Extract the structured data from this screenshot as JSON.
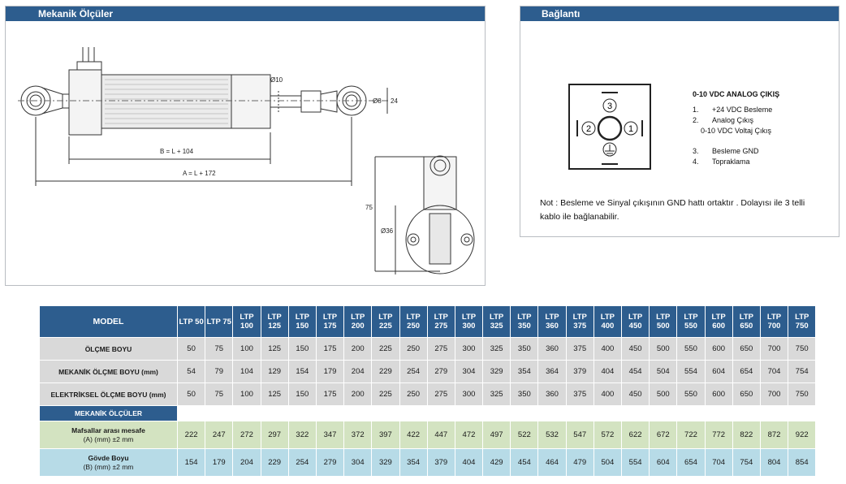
{
  "mechanical": {
    "title": "Mekanik Ölçüler",
    "dims": {
      "rod_dia": "Ø10",
      "body_b": "B = L + 104",
      "total_a": "A = L + 172",
      "eye_dia": "Ø8",
      "eye_width": "24",
      "height": "75",
      "body_dia": "Ø36"
    }
  },
  "connection": {
    "title": "Bağlantı",
    "connector_pins": [
      "3",
      "2",
      "1"
    ],
    "heading": "0-10 VDC ANALOG ÇIKIŞ",
    "pins": [
      {
        "num": "1.",
        "label": "+24 VDC Besleme"
      },
      {
        "num": "2.",
        "label": "Analog Çıkış"
      },
      {
        "num": "",
        "label": "0-10 VDC Voltaj Çıkış"
      },
      {
        "num": "3.",
        "label": "Besleme GND"
      },
      {
        "num": "4.",
        "label": "Topraklama"
      }
    ],
    "note": "Not : Besleme ve Sinyal çıkışının GND hattı ortaktır . Dolayısı ile 3 telli kablo ile bağlanabilir."
  },
  "table": {
    "model_label": "MODEL",
    "models": [
      "LTP 50",
      "LTP 75",
      "LTP 100",
      "LTP 125",
      "LTP 150",
      "LTP 175",
      "LTP 200",
      "LTP 225",
      "LTP 250",
      "LTP 275",
      "LTP 300",
      "LTP 325",
      "LTP 350",
      "LTP 360",
      "LTP 375",
      "LTP 400",
      "LTP 450",
      "LTP 500",
      "LTP 550",
      "LTP 600",
      "LTP 650",
      "LTP 700",
      "LTP 750"
    ],
    "rows": [
      {
        "label": "ÖLÇME BOYU",
        "values": [
          "50",
          "75",
          "100",
          "125",
          "150",
          "175",
          "200",
          "225",
          "250",
          "275",
          "300",
          "325",
          "350",
          "360",
          "375",
          "400",
          "450",
          "500",
          "550",
          "600",
          "650",
          "700",
          "750"
        ]
      },
      {
        "label": "MEKANİK ÖLÇME BOYU  (mm)",
        "values": [
          "54",
          "79",
          "104",
          "129",
          "154",
          "179",
          "204",
          "229",
          "254",
          "279",
          "304",
          "329",
          "354",
          "364",
          "379",
          "404",
          "454",
          "504",
          "554",
          "604",
          "654",
          "704",
          "754"
        ]
      },
      {
        "label": "ELEKTRİKSEL ÖLÇME BOYU  (mm)",
        "values": [
          "50",
          "75",
          "100",
          "125",
          "150",
          "175",
          "200",
          "225",
          "250",
          "275",
          "300",
          "325",
          "350",
          "360",
          "375",
          "400",
          "450",
          "500",
          "550",
          "600",
          "650",
          "700",
          "750"
        ]
      }
    ],
    "section_label": "MEKANİK ÖLÇÜLER",
    "mech_rows": [
      {
        "label1": "Mafsallar arası mesafe",
        "label2": "(A) (mm) ±2 mm",
        "values": [
          "222",
          "247",
          "272",
          "297",
          "322",
          "347",
          "372",
          "397",
          "422",
          "447",
          "472",
          "497",
          "522",
          "532",
          "547",
          "572",
          "622",
          "672",
          "722",
          "772",
          "822",
          "872",
          "922"
        ]
      },
      {
        "label1": "Gövde Boyu",
        "label2": "(B) (mm) ±2 mm",
        "values": [
          "154",
          "179",
          "204",
          "229",
          "254",
          "279",
          "304",
          "329",
          "354",
          "379",
          "404",
          "429",
          "454",
          "464",
          "479",
          "504",
          "554",
          "604",
          "654",
          "704",
          "754",
          "804",
          "854"
        ]
      }
    ]
  }
}
